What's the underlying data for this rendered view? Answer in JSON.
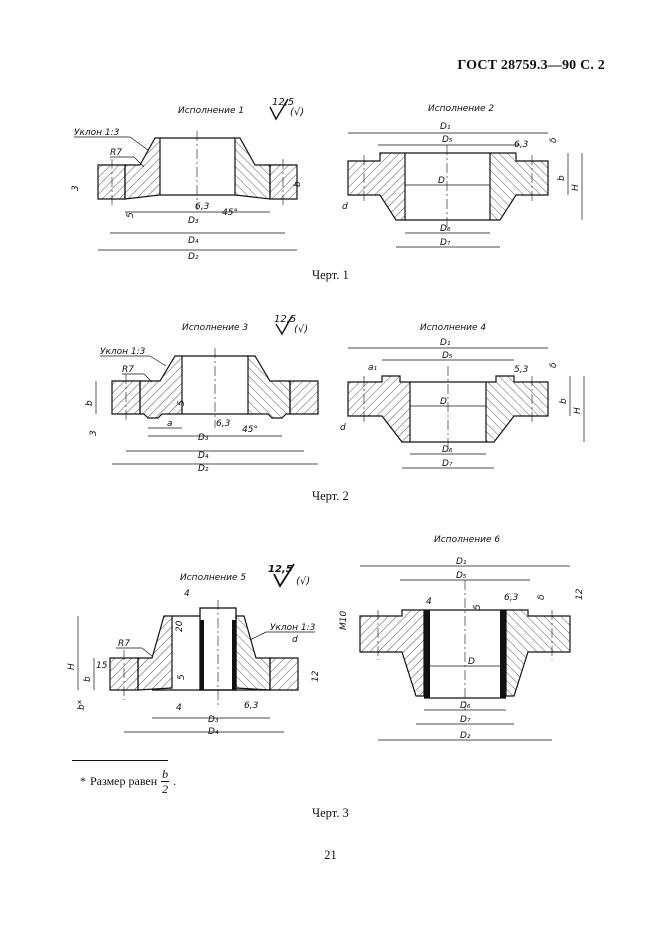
{
  "header": {
    "title": "ГОСТ 28759.3—90 С. 2"
  },
  "figures": [
    {
      "caption": "Черт. 1",
      "left": {
        "title": "Исполнение 1",
        "roughness": {
          "value": "12,5",
          "suffix": "(√)"
        },
        "labels": {
          "slope": "Уклон 1:3",
          "radius": "R7",
          "dim3": "3",
          "dim5": "5",
          "rough63": "6,3",
          "angle": "45°",
          "b": "b",
          "D3": "D₃",
          "D4": "D₄",
          "D2": "D₂"
        }
      },
      "right": {
        "title": "Исполнение 2",
        "labels": {
          "D1": "D₁",
          "D5": "D₅",
          "rough63": "6,3",
          "delta": "δ",
          "b": "b",
          "H": "H",
          "D": "D",
          "d": "d",
          "D6": "D₆",
          "D7": "D₇"
        }
      }
    },
    {
      "caption": "Черт. 2",
      "left": {
        "title": "Исполнение 3",
        "roughness": {
          "value": "12,5",
          "suffix": "(√)"
        },
        "labels": {
          "slope": "Уклон 1:3",
          "radius": "R7",
          "b": "b",
          "dim3": "3",
          "dim5": "5",
          "a": "a",
          "rough63": "6,3",
          "angle": "45°",
          "D3": "D₃",
          "D4": "D₄",
          "D2": "D₂"
        }
      },
      "right": {
        "title": "Исполнение 4",
        "labels": {
          "D1": "D₁",
          "D5": "D₅",
          "a1": "a₁",
          "rough53": "5,3",
          "delta": "δ",
          "b": "b",
          "H": "H",
          "D": "D",
          "d": "d",
          "D6": "D₆",
          "D7": "D₇"
        }
      }
    },
    {
      "caption": "Черт. 3",
      "left": {
        "title": "Исполнение 5",
        "roughness": {
          "value": "12,5",
          "suffix": "(√)"
        },
        "labels": {
          "dim4": "4",
          "dim20": "20",
          "slope": "Уклон 1:3",
          "radius": "R7",
          "H": "H",
          "dim15": "15",
          "b": "b",
          "bstar": "b*",
          "dim5": "5",
          "dim12": "12",
          "d": "d",
          "weld4": "4",
          "rough63": "6,3",
          "D3": "D₃",
          "D4": "D₄"
        }
      },
      "right": {
        "title": "Исполнение 6",
        "labels": {
          "D1": "D₁",
          "D5": "D₅",
          "M10": "М10",
          "weld4": "4",
          "dim5": "5",
          "rough63": "6,3",
          "delta": "δ",
          "dim12": "12",
          "D": "D",
          "D6": "D₆",
          "D7": "D₇",
          "D2": "D₂"
        }
      }
    }
  ],
  "footnote": {
    "marker": "*",
    "text": "Размер равен",
    "frac_num": "b",
    "frac_den": "2"
  },
  "page_number": "21"
}
